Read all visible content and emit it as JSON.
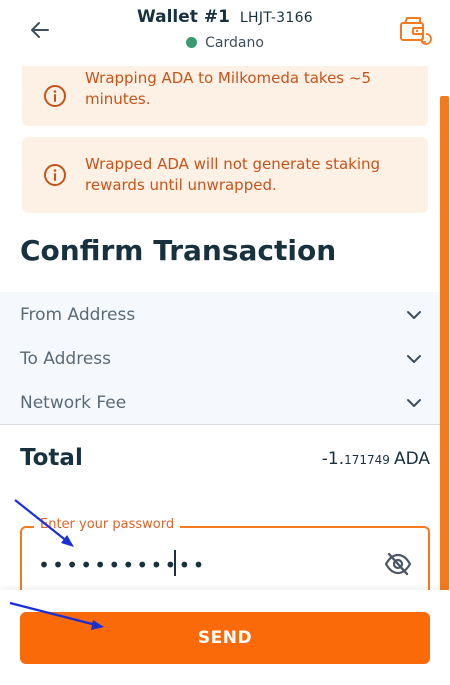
{
  "header": {
    "wallet_name": "Wallet #1",
    "wallet_id": "LHJT-3166",
    "network": "Cardano",
    "network_dot_color": "#3a9a6e",
    "back_icon": "arrow-left-icon",
    "wallet_icon": "wallet-switch-icon"
  },
  "alerts": [
    {
      "icon": "info-icon",
      "text": "Wrapping ADA to Milkomeda takes ~5 minutes."
    },
    {
      "icon": "info-icon",
      "text": "Wrapped ADA will not generate staking rewards until unwrapped."
    }
  ],
  "section_title": "Confirm Transaction",
  "details": [
    {
      "label": "From Address",
      "icon": "chevron-down-icon"
    },
    {
      "label": "To Address",
      "icon": "chevron-down-icon"
    },
    {
      "label": "Network Fee",
      "icon": "chevron-down-icon"
    }
  ],
  "total": {
    "label": "Total",
    "value_main": "-1.",
    "value_small": "171749",
    "unit": "ADA"
  },
  "password": {
    "label": "Enter your password",
    "value": "••••••••••••",
    "icon": "eye-off-icon"
  },
  "send_label": "SEND",
  "colors": {
    "accent": "#fa6a08",
    "alert_bg": "#fdf1e6",
    "alert_text": "#c6541a",
    "annotation_arrow": "#1b2fd6"
  }
}
